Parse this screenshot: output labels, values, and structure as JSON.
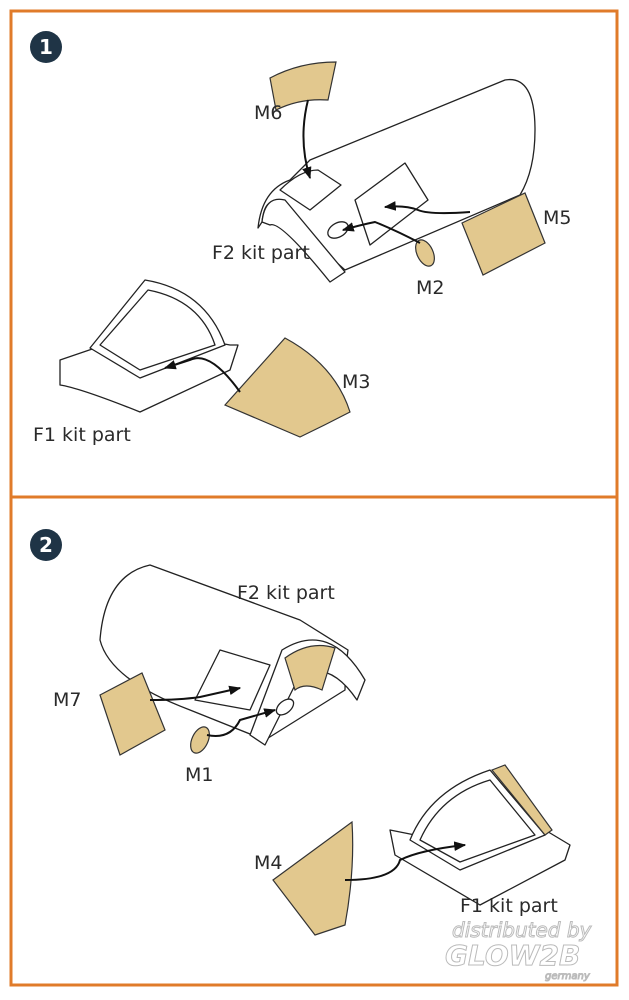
{
  "steps": [
    {
      "number": "1",
      "labels": {
        "m6": "M6",
        "f2": "F2 kit part",
        "m5": "M5",
        "m2": "M2",
        "m3": "M3",
        "f1": "F1 kit part"
      }
    },
    {
      "number": "2",
      "labels": {
        "f2": "F2 kit part",
        "m7": "M7",
        "m1": "M1",
        "m4": "M4",
        "f1": "F1 kit part"
      }
    }
  ],
  "watermark": {
    "line1": "distributed by",
    "line2": "GLOW2B",
    "line3": "germany"
  },
  "colors": {
    "border": "#e07b2a",
    "badge": "#1f3446",
    "mask": "#e2c88e"
  }
}
